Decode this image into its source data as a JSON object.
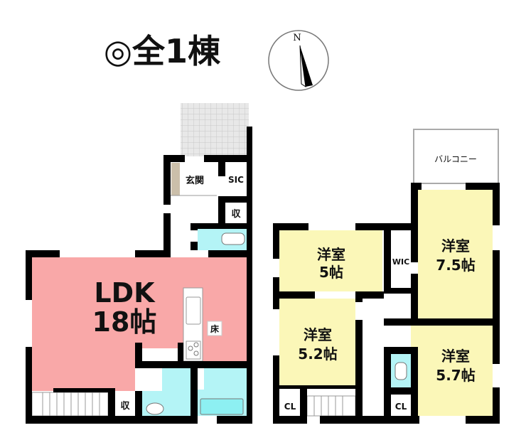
{
  "title": "◎全1棟",
  "compass": {
    "label": "N"
  },
  "colors": {
    "ldk": "#f9a8a8",
    "wet": "#b4f4f6",
    "bedroom": "#fbf7b8",
    "wall": "#000000",
    "tile": "#e6e6e6",
    "genkan_floor": "#cbbfaa"
  },
  "floor1": {
    "ldk_name": "LDK",
    "ldk_size": "18帖",
    "genkan": "玄関",
    "sic": "SIC",
    "storage1": "収",
    "storage2": "収",
    "floor_storage": "床"
  },
  "floor2": {
    "balcony": "バルコニー",
    "wic": "WIC",
    "rooms": [
      {
        "name": "洋室",
        "size": "5帖"
      },
      {
        "name": "洋室",
        "size": "7.5帖"
      },
      {
        "name": "洋室",
        "size": "5.2帖"
      },
      {
        "name": "洋室",
        "size": "5.7帖"
      }
    ],
    "cl1": "CL",
    "cl2": "CL"
  }
}
